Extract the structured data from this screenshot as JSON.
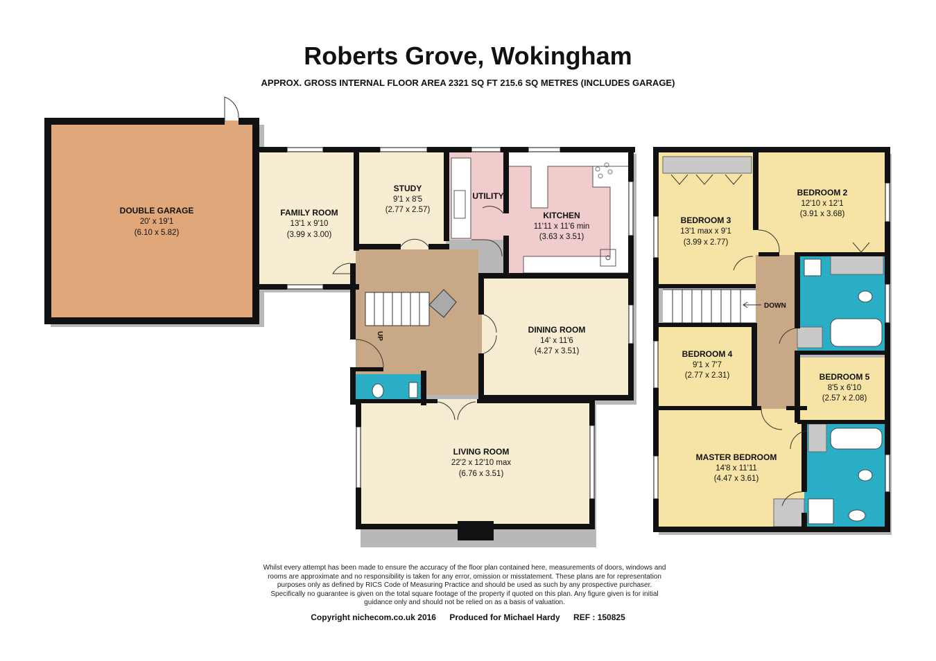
{
  "title": "Roberts Grove, Wokingham",
  "subtitle": "APPROX. GROSS INTERNAL FLOOR AREA 2321 SQ FT 215.6 SQ METRES (INCLUDES GARAGE)",
  "colors": {
    "garage": "#dfa77a",
    "living": "#f7edd3",
    "bedroom": "#f6e4a6",
    "kitchen": "#f0cccc",
    "hall": "#c8a886",
    "bathroom": "#2aaec6",
    "wall": "#111111",
    "fixture": "#c9c9c9"
  },
  "ground_floor": {
    "garage": {
      "name": "DOUBLE GARAGE",
      "dims": "20' x 19'1",
      "metric": "(6.10 x 5.82)"
    },
    "family_room": {
      "name": "FAMILY ROOM",
      "dims": "13'1 x 9'10",
      "metric": "(3.99 x 3.00)"
    },
    "study": {
      "name": "STUDY",
      "dims": "9'1 x 8'5",
      "metric": "(2.77 x 2.57)"
    },
    "utility": {
      "name": "UTILITY"
    },
    "kitchen": {
      "name": "KITCHEN",
      "dims": "11'11 x 11'6 min",
      "metric": "(3.63 x 3.51)"
    },
    "dining_room": {
      "name": "DINING ROOM",
      "dims": "14' x 11'6",
      "metric": "(4.27 x 3.51)"
    },
    "living_room": {
      "name": "LIVING ROOM",
      "dims": "22'2 x 12'10 max",
      "metric": "(6.76 x 3.51)"
    },
    "stairs_label": "UP"
  },
  "first_floor": {
    "bedroom2": {
      "name": "BEDROOM 2",
      "dims": "12'10 x 12'1",
      "metric": "(3.91 x 3.68)"
    },
    "bedroom3": {
      "name": "BEDROOM 3",
      "dims": "13'1 max x 9'1",
      "metric": "(3.99 x 2.77)"
    },
    "bedroom4": {
      "name": "BEDROOM 4",
      "dims": "9'1 x 7'7",
      "metric": "(2.77 x 2.31)"
    },
    "bedroom5": {
      "name": "BEDROOM 5",
      "dims": "8'5 x 6'10",
      "metric": "(2.57 x 2.08)"
    },
    "master": {
      "name": "MASTER BEDROOM",
      "dims": "14'8 x 11'11",
      "metric": "(4.47 x 3.61)"
    },
    "stairs_label": "DOWN"
  },
  "disclaimer": [
    "Whilst every attempt has been made to ensure the accuracy of the floor plan contained here, measurements of doors, windows and",
    "rooms are approximate and no responsibility is taken for any error, omission or misstatement. These plans are for representation",
    "purposes only as defined by RICS Code of Measuring Practice and should be used as such by any prospective purchaser.",
    "Specifically no guarantee is given on the total square footage of the property if quoted on this plan. Any figure given is for initial",
    "guidance only and should not be relied on as a basis of valuation."
  ],
  "footer": {
    "copyright": "Copyright nichecom.co.uk 2016",
    "produced": "Produced for Michael Hardy",
    "ref": "REF : 150825"
  }
}
